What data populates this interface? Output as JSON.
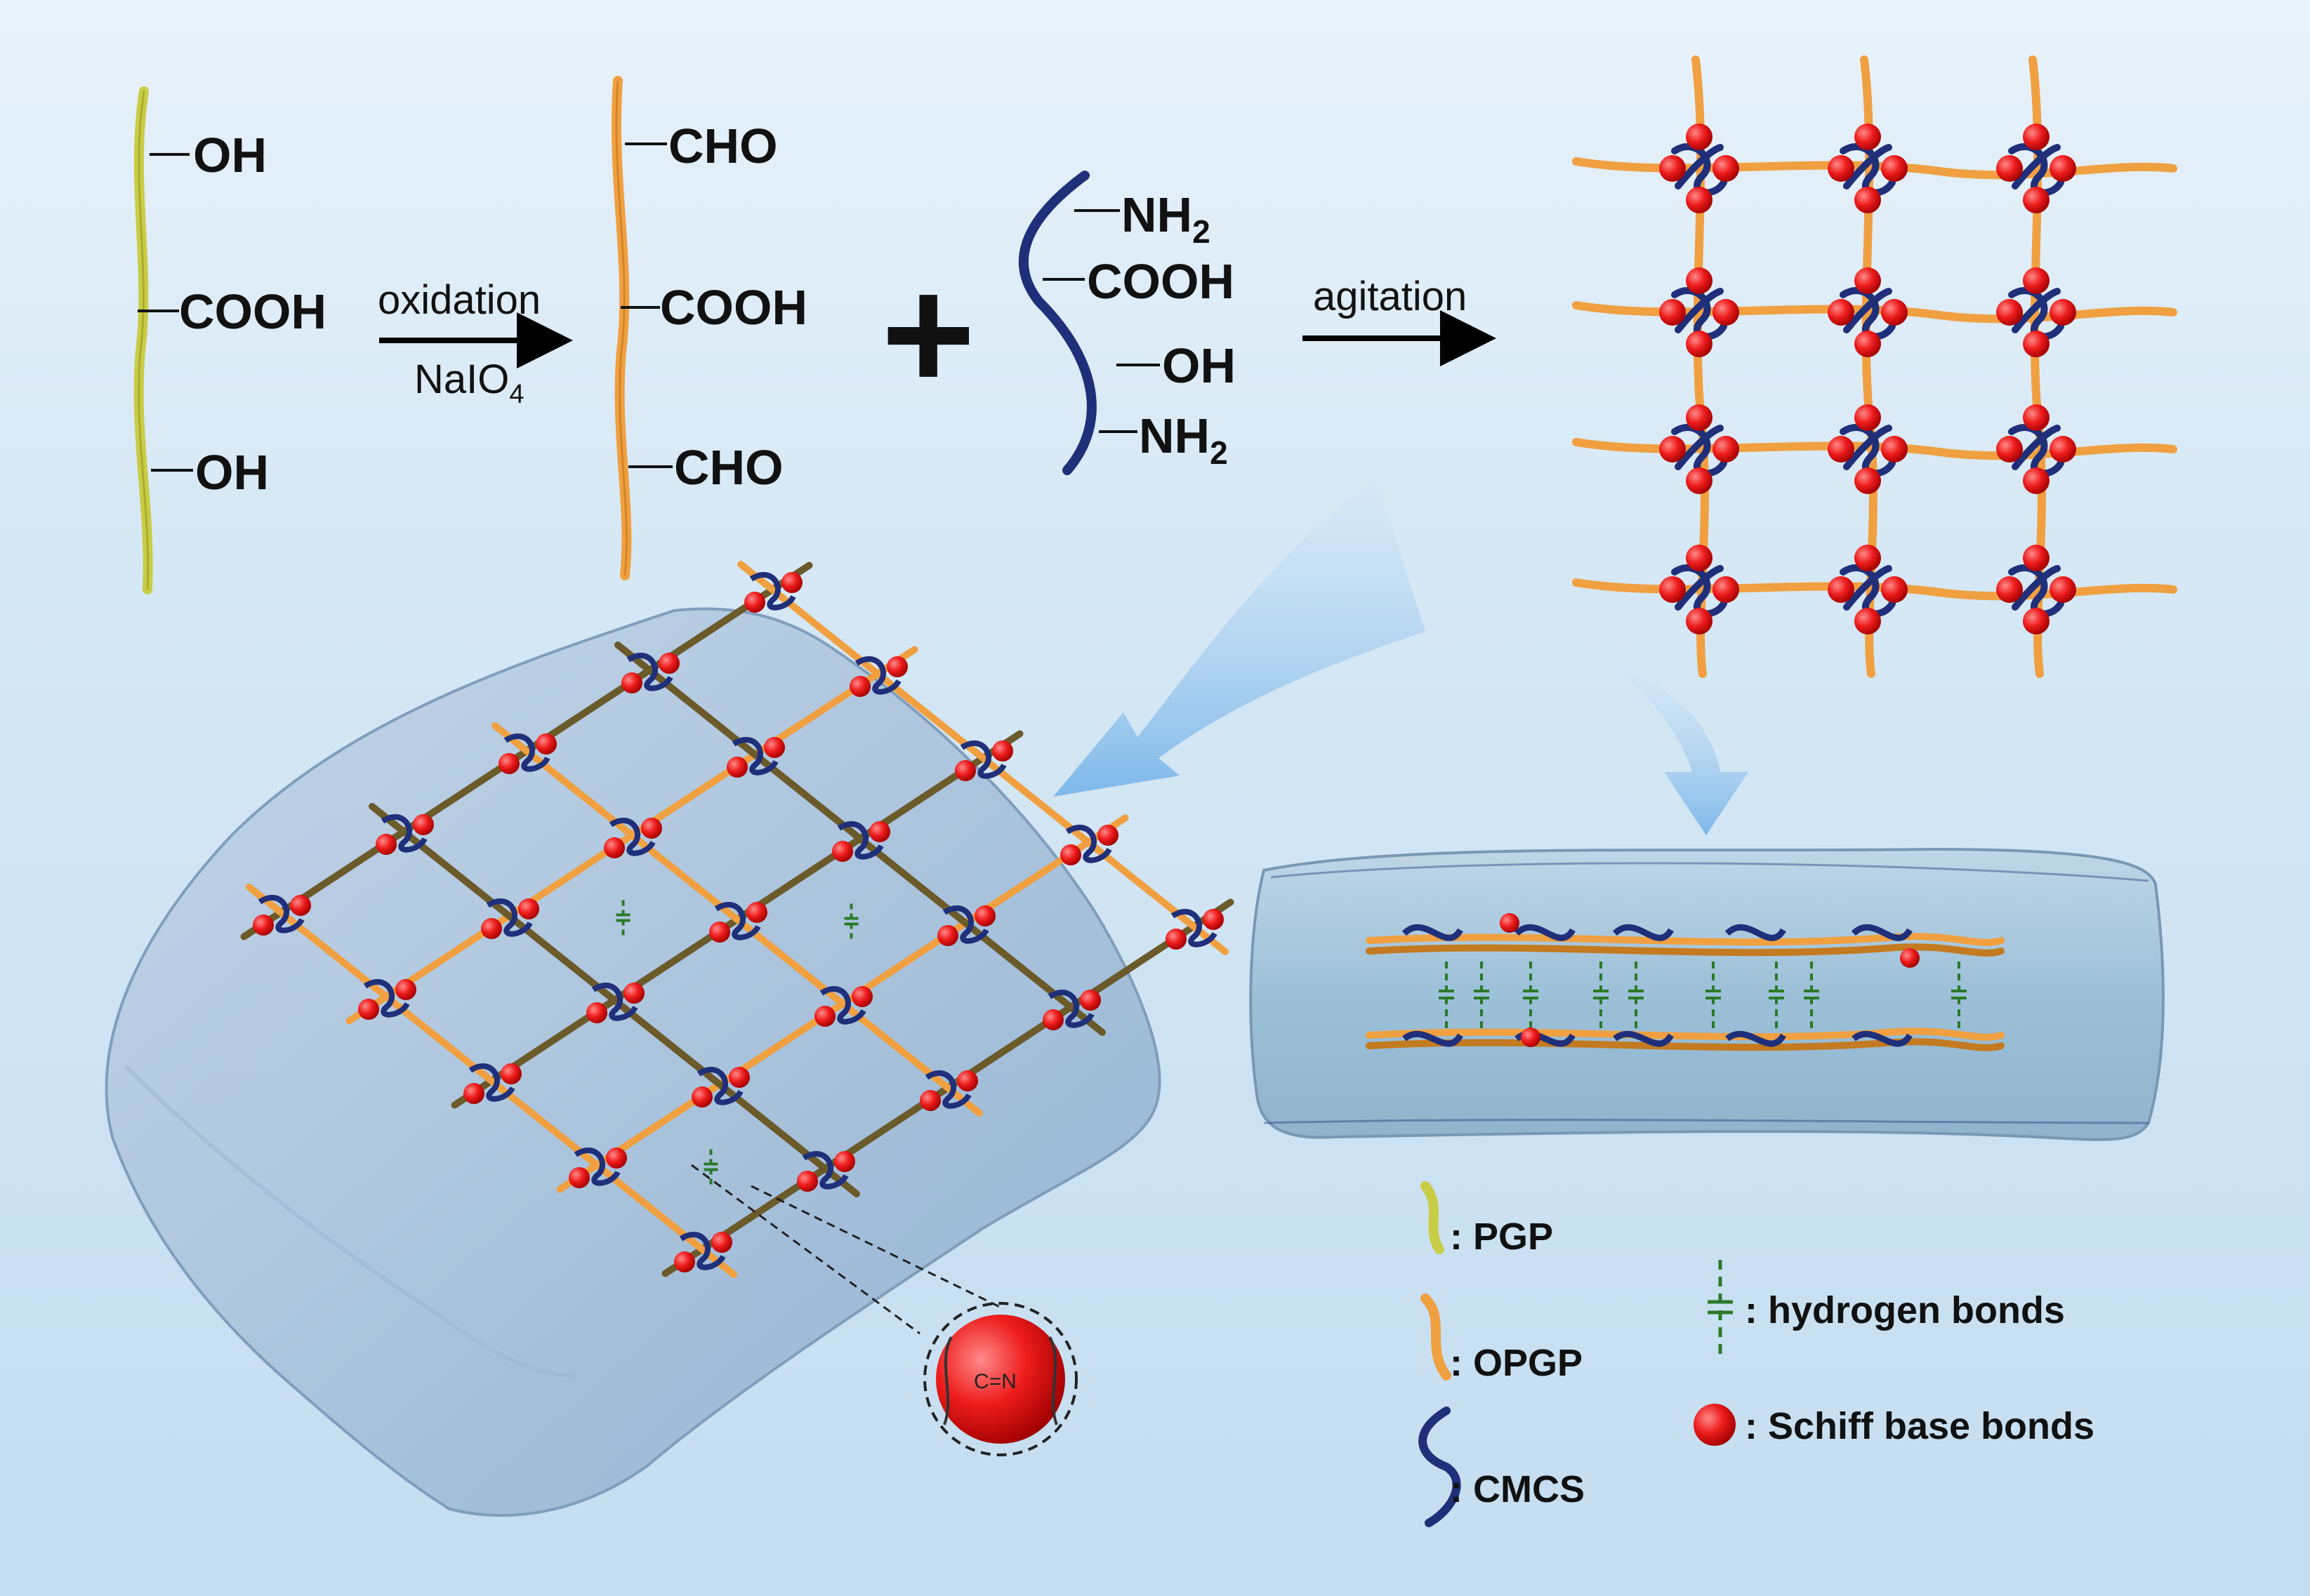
{
  "pgp": {
    "groups": [
      "OH",
      "COOH",
      "OH"
    ]
  },
  "reaction1": {
    "above": "oxidation",
    "below_main": "NaIO",
    "below_sub": "4"
  },
  "opgp": {
    "groups": [
      "CHO",
      "COOH",
      "CHO"
    ]
  },
  "plus": "+",
  "cmcs": {
    "nh2_1_main": "NH",
    "nh2_1_sub": "2",
    "cooh": "COOH",
    "oh": "OH",
    "nh2_2_main": "NH",
    "nh2_2_sub": "2"
  },
  "reaction2": {
    "above": "agitation"
  },
  "bond_inset": {
    "formula": "C=N"
  },
  "legend": {
    "pgp": ": PGP",
    "opgp": ": OPGP",
    "cmcs": ": CMCS",
    "hydrogen": ": hydrogen bonds",
    "schiff": ": Schiff base bonds"
  },
  "colors": {
    "pgp": "#c9cc45",
    "opgp": "#f0a040",
    "cmcs": "#1f2f7a",
    "schiff": "#ee1c1c",
    "hbond": "#2a7a2a",
    "gel": "#a9c3dc"
  }
}
